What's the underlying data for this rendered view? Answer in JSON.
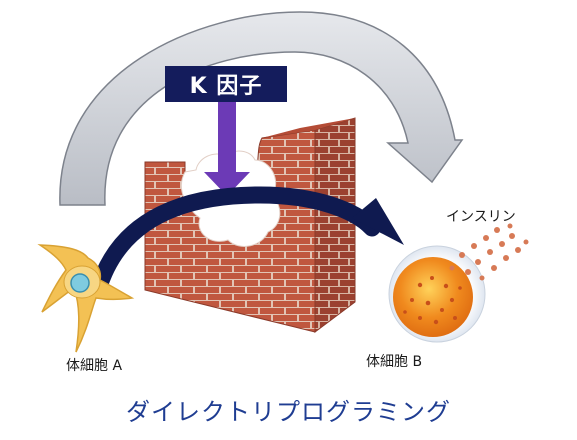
{
  "factor_label": "K 因子",
  "insulin_label": "インスリン",
  "cell_a_label": "体細胞 A",
  "cell_b_label": "体細胞 B",
  "caption": "ダイレクトリプログラミング",
  "colors": {
    "grey_arrow": "#c9ccd2",
    "grey_arrow_edge": "#7d828c",
    "dark_arrow": "#0f1a50",
    "purple_arrow": "#6c3ab6",
    "factor_bg": "#141c5c",
    "brick_front": "#c0573f",
    "brick_side": "#9b4130",
    "mortar": "#e2c3b4",
    "cell_a": "#f3c154",
    "nucleus_a": "#7fcbe0",
    "cell_b": "#f08a1e",
    "insulin_dots": "#d77a56",
    "caption": "#1f3d92"
  }
}
